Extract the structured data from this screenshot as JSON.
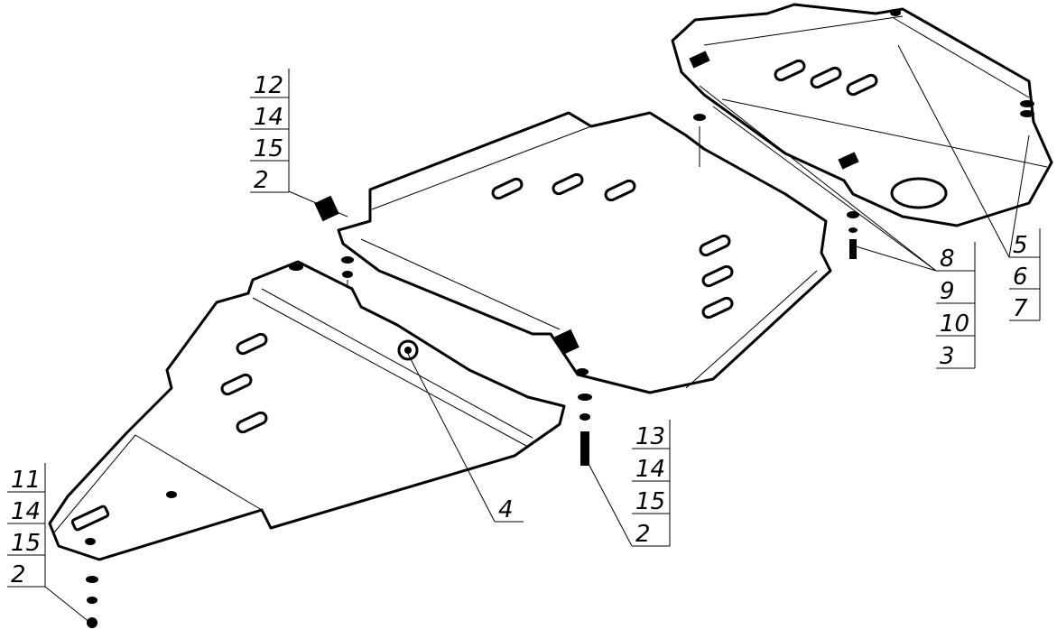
{
  "title": "Exploded assembly drawing of underbody skid plates",
  "callouts": [
    {
      "id": "callout-top-left",
      "labels": [
        "12",
        "14",
        "15",
        "2"
      ]
    },
    {
      "id": "callout-right-middle",
      "labels": [
        "8",
        "9",
        "10",
        "3"
      ]
    },
    {
      "id": "callout-right-top",
      "labels": [
        "5",
        "6",
        "7"
      ]
    },
    {
      "id": "callout-center-bottom",
      "labels": [
        "13",
        "14",
        "15",
        "2"
      ]
    },
    {
      "id": "callout-bottom-left",
      "labels": [
        "11",
        "14",
        "15",
        "2"
      ]
    },
    {
      "id": "callout-center",
      "labels": [
        "4"
      ]
    }
  ],
  "colors": {
    "line": "#000000",
    "background": "#ffffff"
  }
}
